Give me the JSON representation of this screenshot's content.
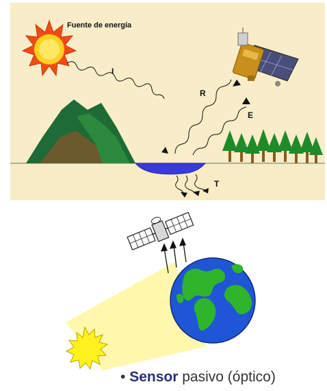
{
  "top_diagram": {
    "energy_source_label": "Fuente de energía",
    "labels": {
      "incident": "I",
      "reflected": "R",
      "emitted": "E",
      "transmitted": "T"
    }
  },
  "caption": {
    "bullet": "•",
    "bold": "Sensor",
    "rest": "pasivo (óptico)"
  },
  "colors": {
    "panel_bg": "#f8edc8",
    "sun_outer": "#f24a14",
    "sun_inner": "#ffd21f",
    "mountain_dark": "#1e6b35",
    "mountain_light": "#6b5a2e",
    "water": "#3a3ad8",
    "tree_green": "#1f8a2a",
    "tree_trunk": "#8a5a1e",
    "satellite_gold": "#c8901a",
    "earth_ocean": "#1f56d6",
    "earth_land": "#2fb52a",
    "sunbeam": "#fff7a8",
    "small_sun": "#fff11e",
    "caption_strong": "#2a2f7a"
  }
}
